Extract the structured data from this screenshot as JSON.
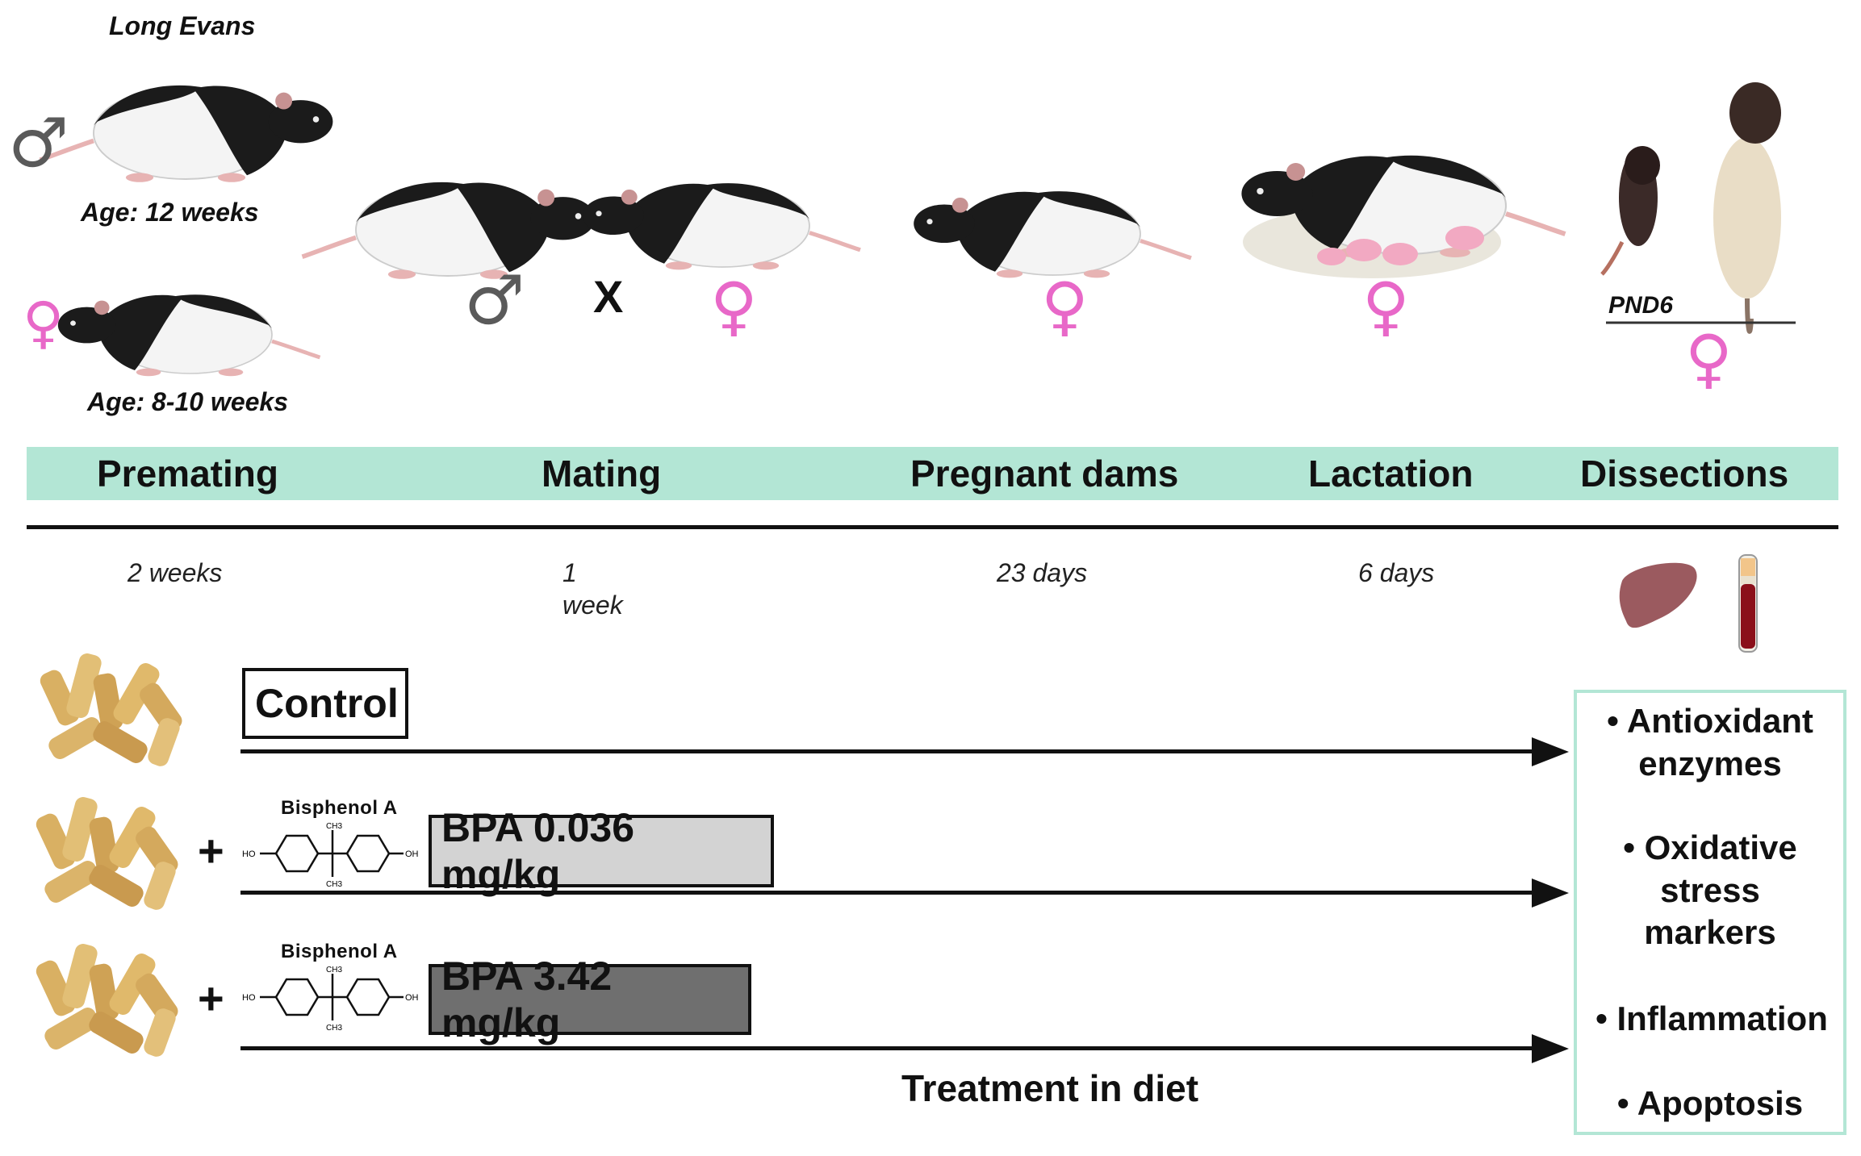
{
  "strain_label": "Long Evans",
  "male_age": "Age: 12 weeks",
  "female_age": "Age: 8-10 weeks",
  "symbols": {
    "male": "♂",
    "female": "♀",
    "cross": "X"
  },
  "offspring_label": "PND6",
  "stages": [
    {
      "name": "Premating",
      "duration": "2 weeks"
    },
    {
      "name": "Mating",
      "duration": "1 week"
    },
    {
      "name": "Pregnant dams",
      "duration": "23 days"
    },
    {
      "name": "Lactation",
      "duration": "6 days"
    },
    {
      "name": "Dissections",
      "duration": ""
    }
  ],
  "mating_duration_lines": [
    "1",
    "week"
  ],
  "treatments": [
    {
      "label": "Control",
      "fill": "#ffffff",
      "has_bpa": false
    },
    {
      "label": "BPA 0.036 mg/kg",
      "fill": "#d3d3d3",
      "has_bpa": true
    },
    {
      "label": "BPA 3.42 mg/kg",
      "fill": "#6f6f6f",
      "has_bpa": true
    }
  ],
  "compound": {
    "name": "Bisphenol A",
    "ho": "HO",
    "oh": "OH",
    "ch3": "CH3",
    "plus": "+"
  },
  "treatment_caption": "Treatment in diet",
  "outcomes": [
    "Antioxidant enzymes",
    "Oxidative stress markers",
    "Inflammation",
    "Apoptosis"
  ],
  "outcome_lines": [
    [
      "Antioxidant",
      "enzymes"
    ],
    [
      "Oxidative",
      "stress",
      "markers"
    ],
    [
      "Inflammation"
    ],
    [
      "Apoptosis"
    ]
  ],
  "colors": {
    "band": "#b3e6d5",
    "female": "#e868c8",
    "male": "#5a5a5a",
    "liver": "#9b5a5f",
    "blood": "#8b0f1a"
  }
}
